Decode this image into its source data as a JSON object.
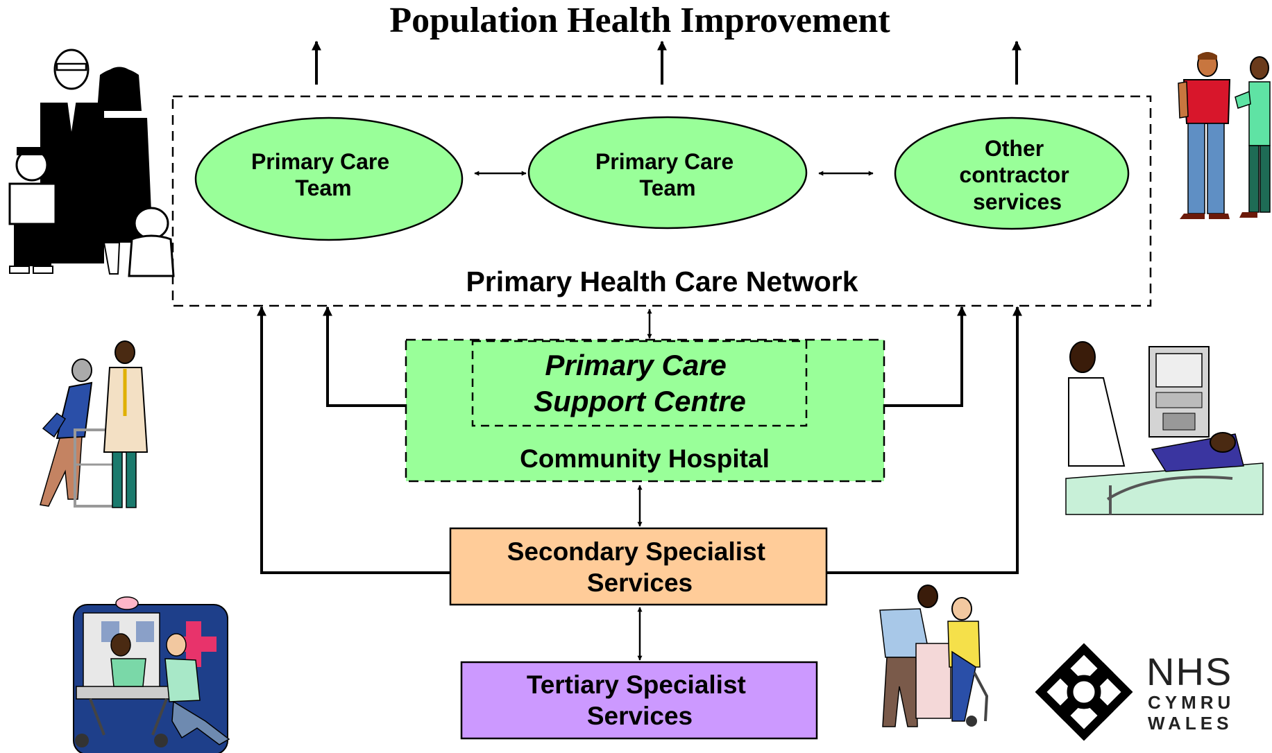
{
  "title": "Population Health Improvement",
  "network": {
    "label": "Primary Health Care Network",
    "nodes": [
      {
        "lines": [
          "Primary Care",
          "Team"
        ]
      },
      {
        "lines": [
          "Primary Care",
          "Team"
        ]
      },
      {
        "lines": [
          "Other",
          "contractor",
          "services"
        ]
      }
    ]
  },
  "community_hospital": {
    "support_centre_lines": [
      "Primary Care",
      "Support Centre"
    ],
    "label": "Community Hospital"
  },
  "secondary": {
    "lines": [
      "Secondary Specialist",
      "Services"
    ]
  },
  "tertiary": {
    "lines": [
      "Tertiary Specialist",
      "Services"
    ]
  },
  "logo": {
    "line1": "NHS",
    "line2": "CYMRU",
    "line3": "WALES"
  },
  "colors": {
    "ellipse_fill": "#99ff99",
    "community_fill": "#99ff99",
    "secondary_fill": "#ffcc99",
    "tertiary_fill": "#cc99ff"
  },
  "clipart": [
    "family-clipart",
    "doctor-walker-patient-clipart",
    "ambulance-clipart",
    "man-woman-injection-clipart",
    "ultrasound-scan-clipart",
    "blood-pressure-check-clipart"
  ]
}
